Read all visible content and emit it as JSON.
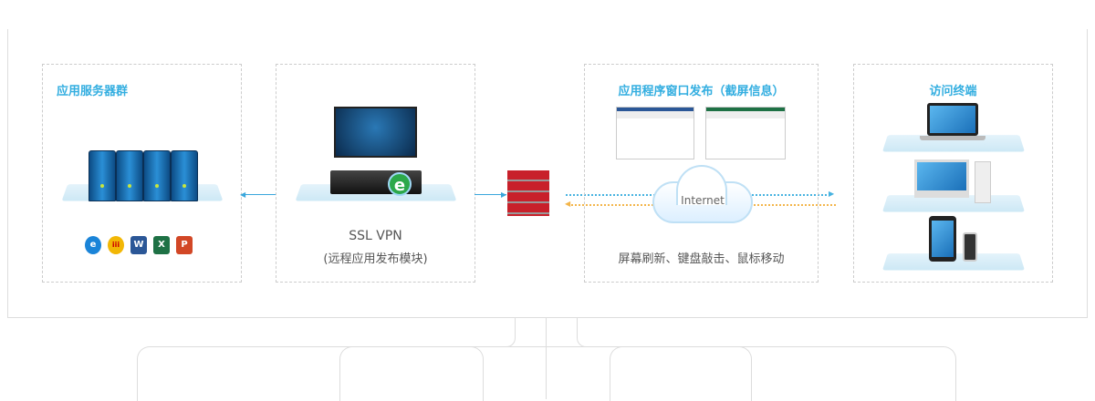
{
  "panels": {
    "servers": {
      "title": "应用服务器群",
      "apps": [
        "ie-icon",
        "app-icon",
        "word-icon",
        "excel-icon",
        "powerpoint-icon"
      ],
      "app_letters": [
        "e",
        "iii",
        "W",
        "X",
        "P"
      ]
    },
    "vpn": {
      "title": "SSL VPN",
      "subtitle": "(远程应用发布模块)"
    },
    "publish": {
      "title": "应用程序窗口发布（截屏信息）",
      "cloud_label": "Internet",
      "caption": "屏幕刷新、键盘敲击、鼠标移动"
    },
    "terminals": {
      "title": "访问终端"
    }
  },
  "colors": {
    "accent": "#33aee0",
    "firewall": "#c8202a",
    "return_flow": "#f3b54a"
  }
}
